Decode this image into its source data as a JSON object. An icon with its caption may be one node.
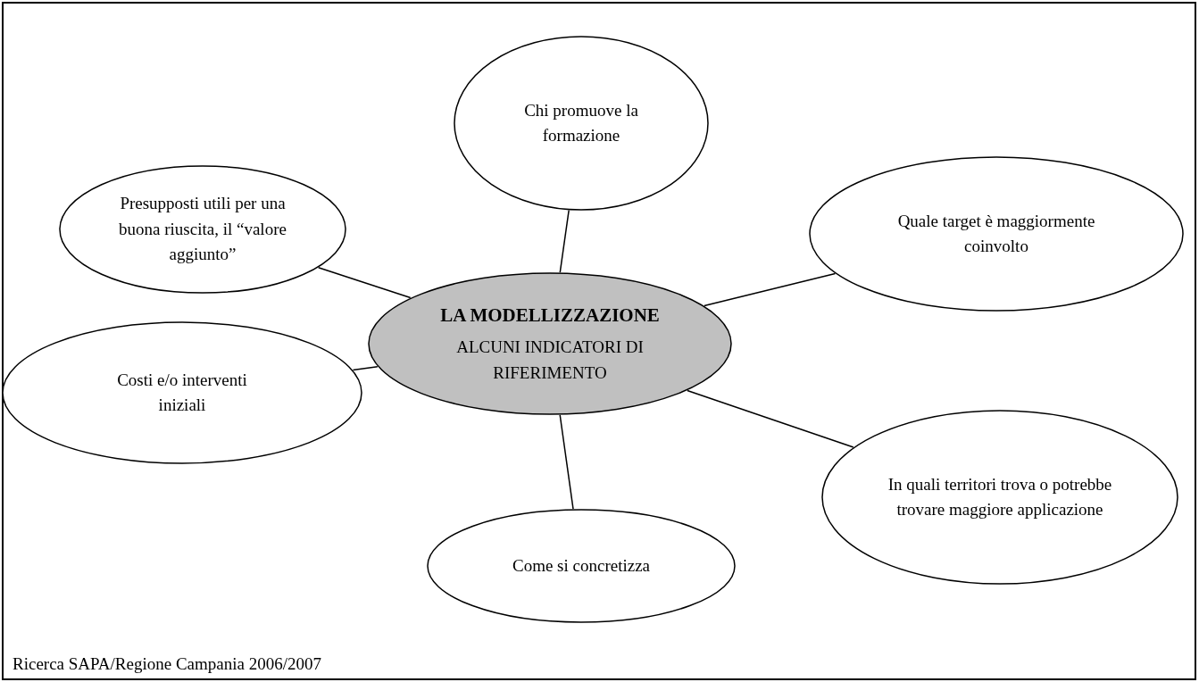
{
  "diagram": {
    "caption": "Ricerca SAPA/Regione Campania 2006/2007",
    "nodes": [
      {
        "text": [
          "Chi promuove la formazione"
        ]
      },
      {
        "text": [
          "Presupposti utili per una buona riuscita, il “valore aggiunto”"
        ]
      },
      {
        "text": [
          "Quale target è maggiormente coinvolto"
        ]
      },
      {
        "text": [
          "LA MODELLIZZAZIONE",
          "ALCUNI INDICATORI DI RIFERIMENTO"
        ]
      },
      {
        "text": [
          "Costi e/o interventi iniziali"
        ]
      },
      {
        "text": [
          "In quali territori trova o potrebbe trovare maggiore applicazione"
        ]
      },
      {
        "text": [
          "Come si concretizza"
        ]
      }
    ],
    "edges": [
      {
        "from": 3,
        "to": 0,
        "arrow": "none"
      },
      {
        "from": 3,
        "to": 1,
        "arrow": "none"
      },
      {
        "from": 3,
        "to": 2,
        "arrow": "none"
      },
      {
        "from": 3,
        "to": 4,
        "arrow": "none"
      },
      {
        "from": 3,
        "to": 5,
        "arrow": "none"
      },
      {
        "from": 3,
        "to": 6,
        "arrow": "none"
      }
    ]
  }
}
